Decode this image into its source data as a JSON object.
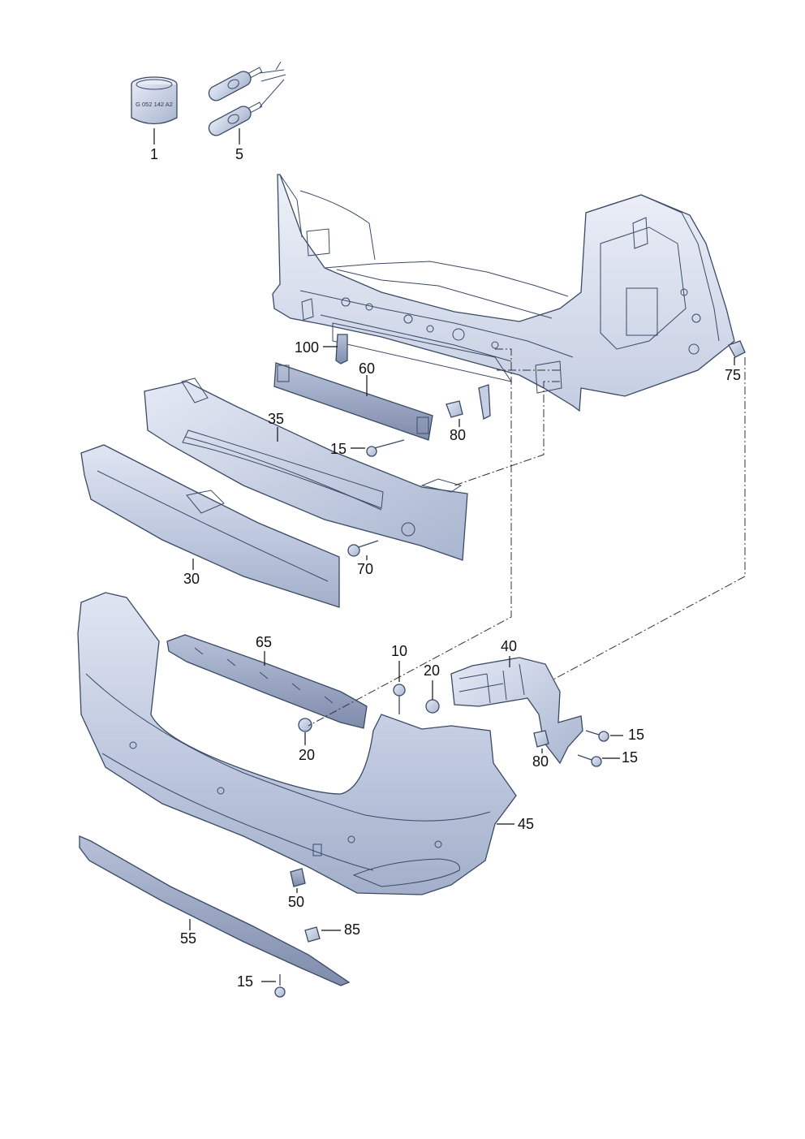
{
  "stamp_text": "G 052 142 A2",
  "colors": {
    "part_fill": "#cdd5e6",
    "part_dark": "#8e9ab8",
    "part_light": "#eef1f8",
    "line": "#3a4a66",
    "text": "#111111"
  },
  "labels": {
    "p1": "1",
    "p5": "5",
    "p100": "100",
    "p60": "60",
    "p75": "75",
    "p35": "35",
    "p15_a": "15",
    "p80_a": "80",
    "p70": "70",
    "p30": "30",
    "p65": "65",
    "p10": "10",
    "p20_a": "20",
    "p40": "40",
    "p20_b": "20",
    "p15_b": "15",
    "p80_b": "80",
    "p15_c": "15",
    "p45": "45",
    "p50": "50",
    "p55": "55",
    "p85": "85",
    "p15_d": "15"
  }
}
